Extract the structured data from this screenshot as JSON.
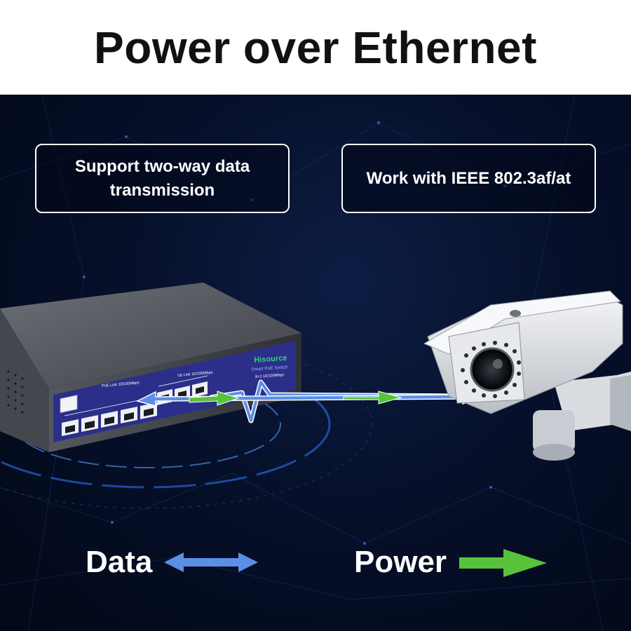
{
  "header": {
    "title": "Power over Ethernet"
  },
  "features": [
    {
      "text": "Support two-way data transmission"
    },
    {
      "text": "Work with IEEE 802.3af/at"
    }
  ],
  "switch": {
    "brand": "Hisource",
    "model": "Smart PoE Switch",
    "speed_tag": "8+2 10/100Mbps",
    "poe_group_label": "PoE Link 10/100Mbps",
    "uplink_group_label": "Up Link 10/100Mbps"
  },
  "legend": {
    "data_label": "Data",
    "power_label": "Power"
  },
  "colors": {
    "data_arrow": "#5b8fe6",
    "power_arrow": "#58c23a",
    "background": "#06102a",
    "switch_panel": "#2b2f8a",
    "header_bg": "#ffffff"
  }
}
